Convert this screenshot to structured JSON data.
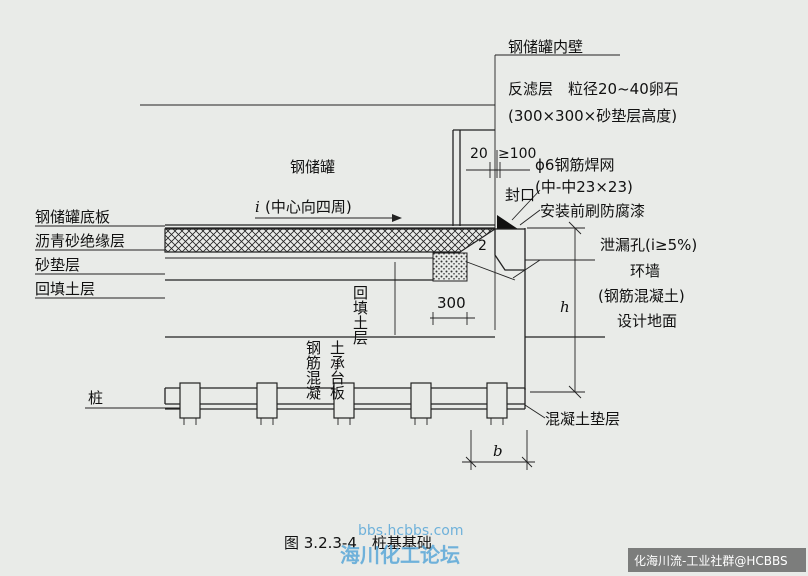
{
  "labels": {
    "inner_wall": "钢储罐内壁",
    "filter_layer": "反滤层　粒径20~40卵石",
    "filter_size": "(300×300×砂垫层高度)",
    "dim_20": "20",
    "dim_100": "≥100",
    "mesh": "ϕ6钢筋焊网",
    "mesh_spacing": "(中-中23×23)",
    "seal": "封口",
    "paint": "安装前刷防腐漆",
    "leak_hole": "泄漏孔(i≥5%)",
    "ring_wall": "环墙",
    "ring_wall_material": "(钢筋混凝土)",
    "design_ground": "设计地面",
    "tank": "钢储罐",
    "slope_i": "i",
    "slope_text": "(中心向四周)",
    "bottom_plate": "钢储罐底板",
    "asphalt_layer": "沥青砂绝缘层",
    "sand_layer": "砂垫层",
    "backfill_layer": "回填土层",
    "backfill_vertical": "回填土层",
    "cap_vertical_1": "钢筋混凝",
    "cap_vertical_2": "土承台板",
    "dim_300": "300",
    "dim_h": "h",
    "dim_2": "2",
    "pile": "桩",
    "concrete_cushion": "混凝土垫层",
    "dim_b": "b",
    "caption": "图 3.2.3-4　桩基基础"
  },
  "watermark": {
    "url": "bbs.hcbbs.com",
    "forum": "海川化工论坛",
    "corner": "化海川流-工业社群@HCBBS"
  },
  "colors": {
    "background": "#e9ebe8",
    "line": "#222222",
    "watermark": "#5aa8d8"
  }
}
